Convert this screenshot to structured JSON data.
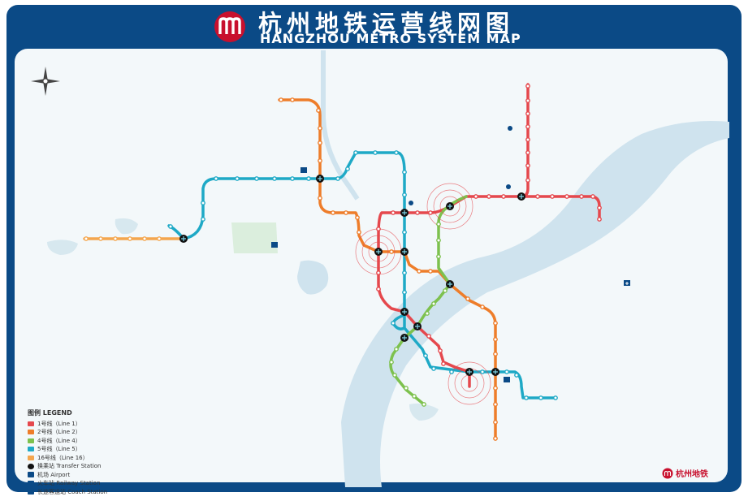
{
  "title": {
    "chinese": "杭州地铁运营线网图",
    "english": "HANGZHOU METRO SYSTEM MAP"
  },
  "legend": {
    "heading": "图例 LEGEND",
    "lines": [
      {
        "label": "1号线（Line 1）",
        "color": "#e5484d"
      },
      {
        "label": "2号线（Line 2）",
        "color": "#ee7d2a"
      },
      {
        "label": "4号线（Line 4）",
        "color": "#7dc14e"
      },
      {
        "label": "5号线（Line 5）",
        "color": "#1ea9c6"
      },
      {
        "label": "16号线（Line 16）",
        "color": "#f4a64e"
      }
    ],
    "symbols": [
      {
        "label": "换乘站 Transfer Station",
        "icon": "transfer-station-icon"
      },
      {
        "label": "机场 Airport",
        "icon": "airport-icon"
      },
      {
        "label": "火车站 Railway Station",
        "icon": "railway-station-icon"
      },
      {
        "label": "长途客运站 Coach Station",
        "icon": "coach-station-icon"
      }
    ]
  },
  "brand": {
    "name": "杭州地铁"
  },
  "colors": {
    "frame": "#0b4a86",
    "map_background": "#f3f8fa",
    "water": "#cfe3ee",
    "river_label": "#3a7fa8",
    "line1": "#e5484d",
    "line2": "#ee7d2a",
    "line4": "#7dc14e",
    "line5": "#1ea9c6",
    "line16": "#f4a64e"
  },
  "icons": [
    "metro-logo-icon",
    "compass-icon",
    "transfer-station-icon",
    "airport-icon",
    "railway-station-icon"
  ]
}
